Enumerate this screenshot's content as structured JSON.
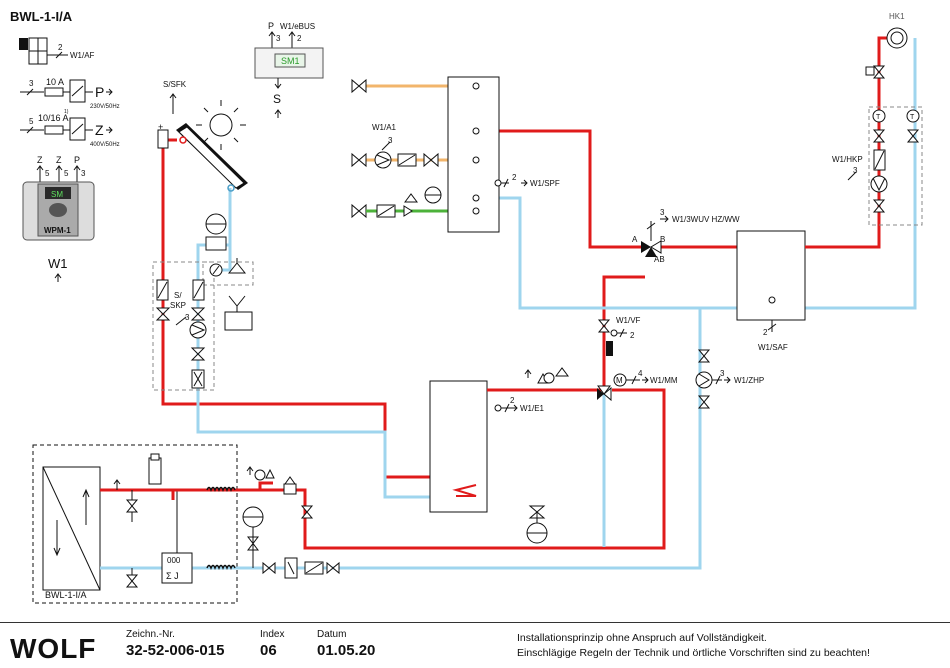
{
  "diagram": {
    "title": "BWL-1-I/A",
    "labels": {
      "w1_af": "W1/AF",
      "fuse_10a": "10 A",
      "fuse_10_16a": "10/16 A",
      "sup_p": "P",
      "sup_p_volt": "230V/50Hz",
      "sup_z": "Z",
      "sup_z_volt": "400V/50Hz",
      "note_1": "1)",
      "cnt_3": "3",
      "cnt_5": "5",
      "cnt_2": "2",
      "cnt_4": "4",
      "wpm_z1": "Z",
      "wpm_z2": "Z",
      "wpm_p": "P",
      "wpm_sm": "SM",
      "wpm_name": "WPM-1",
      "w1": "W1",
      "sm1_p": "P",
      "sm1_w1bus": "W1/eBUS",
      "sm1": "SM1",
      "sm1_s": "S",
      "s_sfk": "S/SFK",
      "s_skp": "S/",
      "s_skp2": "SKP",
      "w1_a1": "W1/A1",
      "w1_spf": "W1/SPF",
      "w1_3wuv": "W1/3WUV HZ/WW",
      "valve_a": "A",
      "valve_b": "B",
      "valve_ab": "AB",
      "w1_saf": "W1/SAF",
      "w1_vf": "W1/VF",
      "w1_mm": "W1/MM",
      "w1_zhp": "W1/ZHP",
      "w1_e1": "W1/E1",
      "w1_hkp": "W1/HKP",
      "hk1": "HK1",
      "mixer_m": "M",
      "t1": "T",
      "t2": "T",
      "unit": "BWL-1-I/A"
    }
  },
  "footer": {
    "logo": "WOLF",
    "drawing_no_label": "Zeichn.-Nr.",
    "drawing_no": "32-52-006-015",
    "index_label": "Index",
    "index": "06",
    "date_label": "Datum",
    "date": "01.05.20",
    "note_line1": "Installationsprinzip ohne Anspruch auf Vollständigkeit.",
    "note_line2": "Einschlägige Regeln der Technik und örtliche Vorschriften sind zu beachten!"
  },
  "colors": {
    "hot": "#e01b1b",
    "cold": "#9fd5ee",
    "orange": "#f2b56b",
    "green": "#4cb23a"
  }
}
